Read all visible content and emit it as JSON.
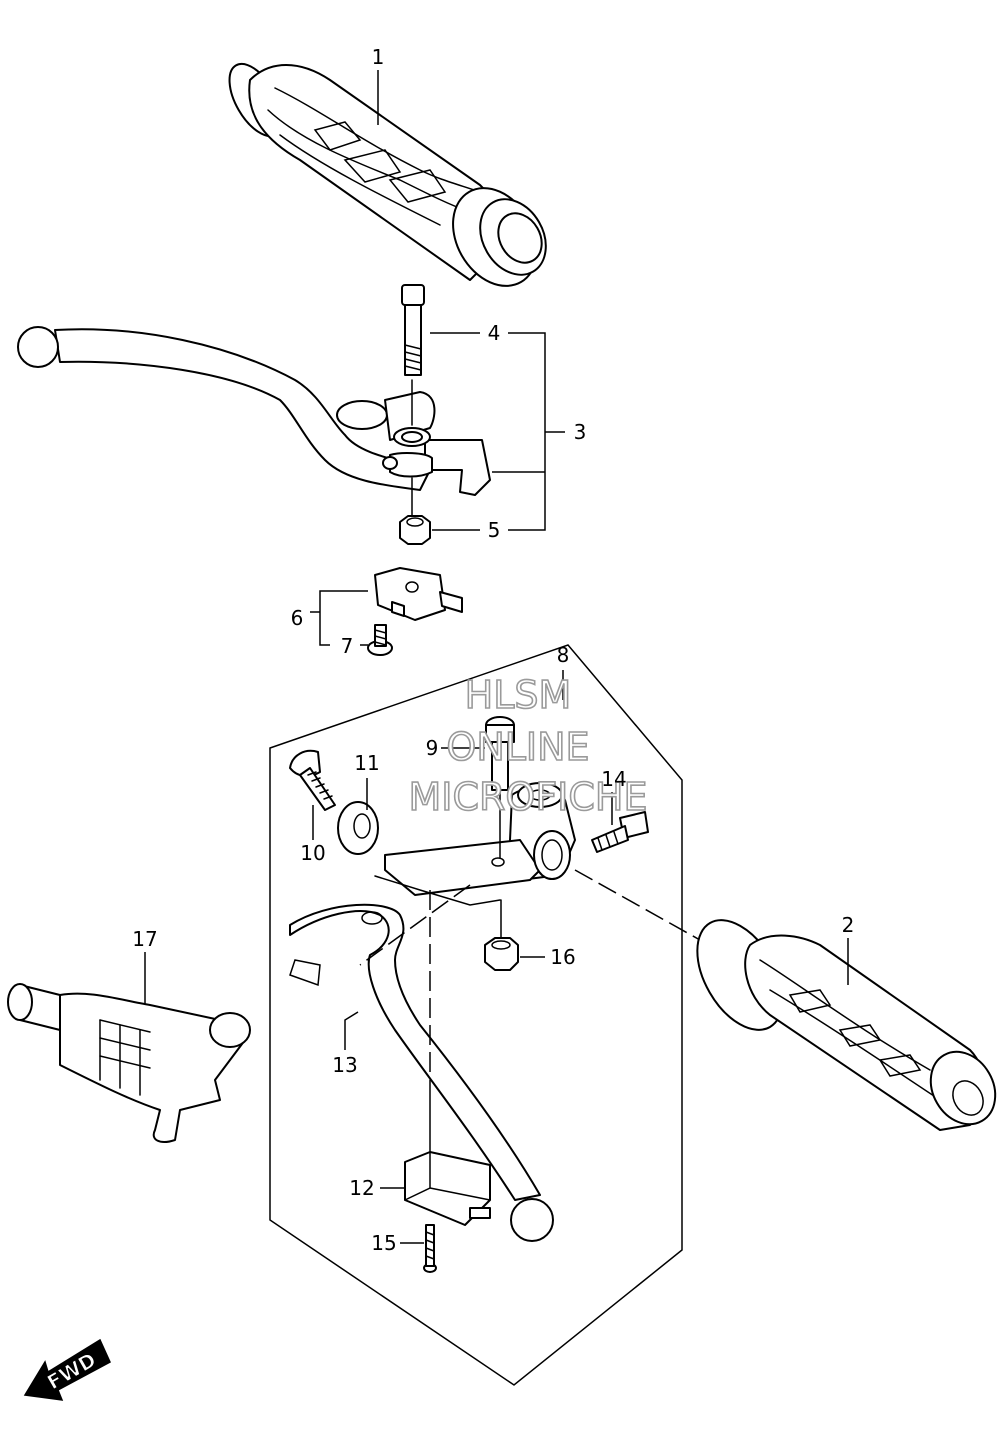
{
  "diagram": {
    "callouts": [
      "1",
      "2",
      "3",
      "4",
      "5",
      "6",
      "7",
      "8",
      "9",
      "10",
      "11",
      "12",
      "13",
      "14",
      "15",
      "16",
      "17"
    ],
    "watermark": [
      "HLSM",
      "ONLINE",
      "MICROFICHE"
    ],
    "direction_label": "FWD"
  },
  "parts": [
    {
      "ref": "1",
      "item": "handlebar-grip-left"
    },
    {
      "ref": "2",
      "item": "handlebar-grip-right"
    },
    {
      "ref": "3",
      "item": "brake-lever-assembly"
    },
    {
      "ref": "4",
      "item": "lever-bolt"
    },
    {
      "ref": "5",
      "item": "lever-nut"
    },
    {
      "ref": "6",
      "item": "brake-light-switch"
    },
    {
      "ref": "7",
      "item": "switch-screw"
    },
    {
      "ref": "8",
      "item": "clutch-lever-holder"
    },
    {
      "ref": "9",
      "item": "lever-pivot-bolt"
    },
    {
      "ref": "10",
      "item": "adjuster-bolt"
    },
    {
      "ref": "11",
      "item": "adjuster-ring"
    },
    {
      "ref": "12",
      "item": "clutch-lever-switch"
    },
    {
      "ref": "13",
      "item": "clutch-lever"
    },
    {
      "ref": "14",
      "item": "holder-bolt"
    },
    {
      "ref": "15",
      "item": "switch-screw"
    },
    {
      "ref": "16",
      "item": "pivot-nut"
    },
    {
      "ref": "17",
      "item": "lever-guard"
    }
  ]
}
